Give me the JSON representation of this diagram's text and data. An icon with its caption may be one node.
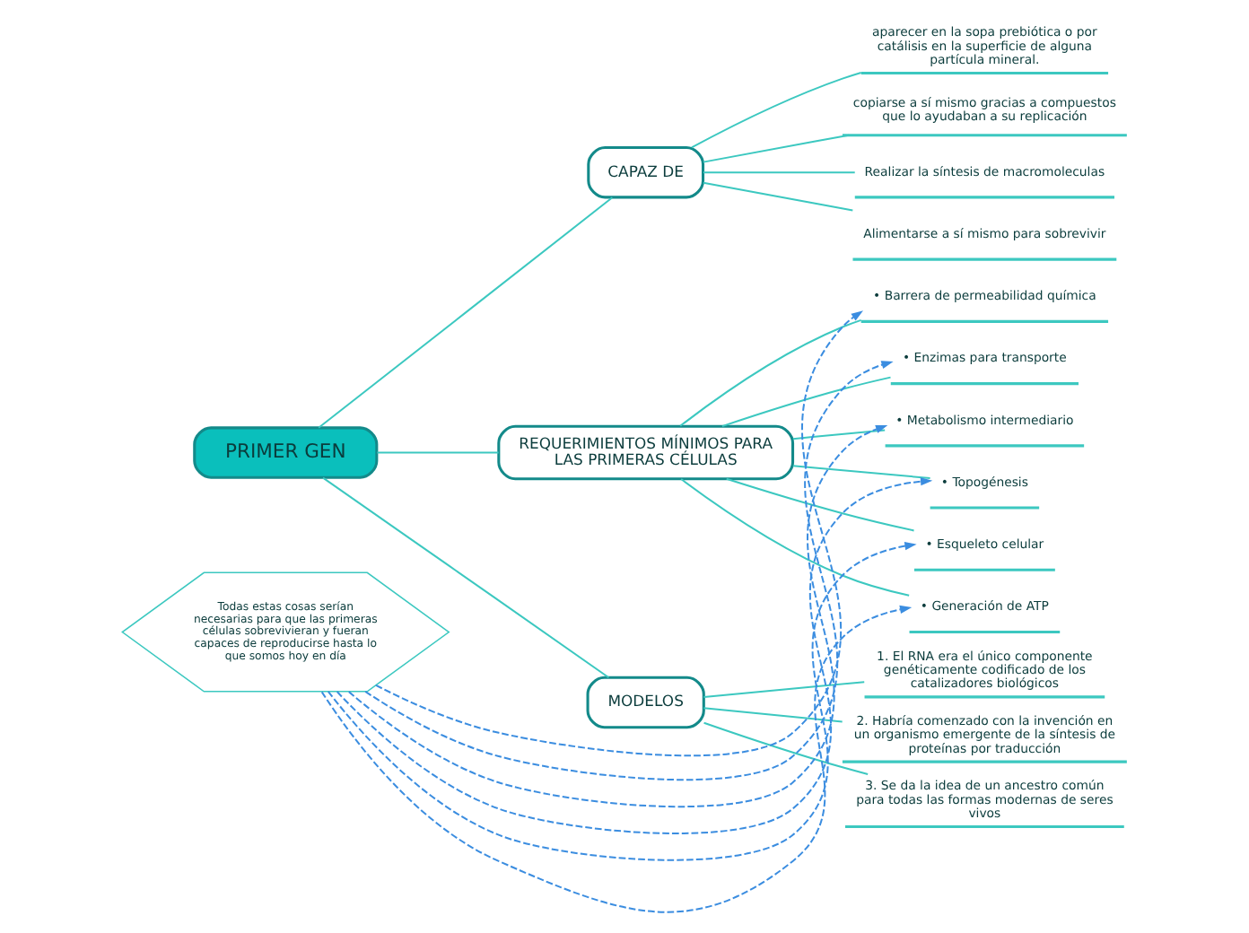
{
  "diagram": {
    "nodes": [
      {
        "text": [
          "PRIMER GEN"
        ]
      },
      {
        "text": [
          "CAPAZ DE"
        ]
      },
      {
        "text": [
          "REQUERIMIENTOS MÍNIMOS PARA LAS PRIMERAS CÉLULAS"
        ]
      },
      {
        "text": [
          "MODELOS"
        ]
      },
      {
        "text": [
          "aparecer en la sopa prebiótica o por catálisis en la superficie de alguna partícula mineral."
        ]
      },
      {
        "text": [
          "copiarse a sí mismo gracias a compuestos que lo ayudaban a su replicación"
        ]
      },
      {
        "text": [
          "Realizar la síntesis de macromoleculas"
        ]
      },
      {
        "text": [
          "Alimentarse a sí mismo para sobrevivir"
        ]
      },
      {
        "text": [
          "• Barrera de permeabilidad química"
        ]
      },
      {
        "text": [
          "• Enzimas para transporte"
        ]
      },
      {
        "text": [
          "• Metabolismo intermediario"
        ]
      },
      {
        "text": [
          "• Topogénesis"
        ]
      },
      {
        "text": [
          "• Esqueleto celular"
        ]
      },
      {
        "text": [
          "• Generación de ATP"
        ]
      },
      {
        "text": [
          "1. El RNA era el único componente genéticamente codificado de los catalizadores biológicos"
        ]
      },
      {
        "text": [
          "2. Habría comenzado con la invención en un organismo emergente de la síntesis de proteínas por traducción"
        ]
      },
      {
        "text": [
          "3. Se da la idea de un ancestro común para todas las formas modernas de seres vivos"
        ]
      },
      {
        "text": [
          "Todas estas cosas serían necesarias para que las primeras células sobrevivieran y fueran capaces de reproducirse hasta lo que somos hoy en día"
        ]
      }
    ],
    "edges": [
      {
        "from": 0,
        "to": 1,
        "arrow": "none"
      },
      {
        "from": 0,
        "to": 2,
        "arrow": "none"
      },
      {
        "from": 0,
        "to": 3,
        "arrow": "none"
      },
      {
        "from": 1,
        "to": 4,
        "arrow": "none"
      },
      {
        "from": 1,
        "to": 5,
        "arrow": "none"
      },
      {
        "from": 1,
        "to": 6,
        "arrow": "none"
      },
      {
        "from": 1,
        "to": 7,
        "arrow": "none"
      },
      {
        "from": 2,
        "to": 8,
        "arrow": "none"
      },
      {
        "from": 2,
        "to": 9,
        "arrow": "none"
      },
      {
        "from": 2,
        "to": 10,
        "arrow": "none"
      },
      {
        "from": 2,
        "to": 11,
        "arrow": "none"
      },
      {
        "from": 2,
        "to": 12,
        "arrow": "none"
      },
      {
        "from": 2,
        "to": 13,
        "arrow": "none"
      },
      {
        "from": 3,
        "to": 14,
        "arrow": "none"
      },
      {
        "from": 3,
        "to": 15,
        "arrow": "none"
      },
      {
        "from": 3,
        "to": 16,
        "arrow": "none"
      },
      {
        "from": 17,
        "to": 8,
        "arrow": "to",
        "style": "dashed",
        "color": "#3b8de0"
      },
      {
        "from": 17,
        "to": 9,
        "arrow": "to",
        "style": "dashed",
        "color": "#3b8de0"
      },
      {
        "from": 17,
        "to": 10,
        "arrow": "to",
        "style": "dashed",
        "color": "#3b8de0"
      },
      {
        "from": 17,
        "to": 11,
        "arrow": "to",
        "style": "dashed",
        "color": "#3b8de0"
      },
      {
        "from": 17,
        "to": 12,
        "arrow": "to",
        "style": "dashed",
        "color": "#3b8de0"
      },
      {
        "from": 17,
        "to": 13,
        "arrow": "to",
        "style": "dashed",
        "color": "#3b8de0"
      }
    ]
  }
}
